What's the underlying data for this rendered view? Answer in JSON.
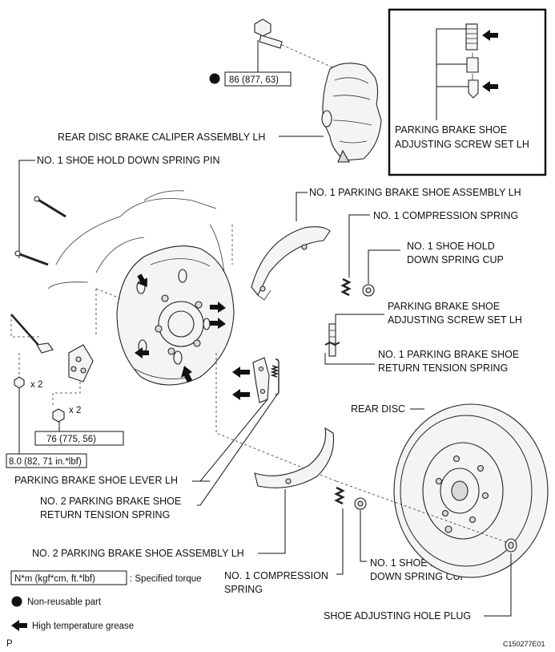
{
  "labels": {
    "caliper": "REAR DISC BRAKE CALIPER ASSEMBLY LH",
    "pin": "NO. 1 SHOE HOLD DOWN SPRING PIN",
    "pb_shoe1": "NO. 1 PARKING BRAKE SHOE ASSEMBLY LH",
    "comp1_top": "NO. 1 COMPRESSION SPRING",
    "cup1_top_l1": "NO. 1 SHOE HOLD",
    "cup1_top_l2": "DOWN SPRING CUP",
    "adj_mid_l1": "PARKING BRAKE SHOE",
    "adj_mid_l2": "ADJUSTING SCREW SET LH",
    "ret1_l1": "NO. 1 PARKING BRAKE SHOE",
    "ret1_l2": "RETURN TENSION SPRING",
    "adj_box_l1": "PARKING BRAKE SHOE",
    "adj_box_l2": "ADJUSTING SCREW SET LH",
    "rear_disc": "REAR DISC",
    "lever": "PARKING BRAKE SHOE LEVER LH",
    "ret2_l1": "NO. 2 PARKING BRAKE SHOE",
    "ret2_l2": "RETURN TENSION SPRING",
    "shoe2": "NO. 2 PARKING BRAKE SHOE ASSEMBLY LH",
    "comp1_bot_l1": "NO. 1 COMPRESSION",
    "comp1_bot_l2": "SPRING",
    "cup1_bot_l1": "NO. 1 SHOE HOLD",
    "cup1_bot_l2": "DOWN SPRING CUP",
    "plug": "SHOE ADJUSTING HOLE PLUG"
  },
  "torque": {
    "caliper_bolt": "86 (877, 63)",
    "hub_nut": "76 (775, 56)",
    "bolt_small": "8.0 (82, 71 in.*lbf)",
    "x2_a": "x 2",
    "x2_b": "x 2"
  },
  "legend": {
    "torque_box": "N*m (kgf*cm, ft.*lbf)",
    "torque_text": ": Specified torque",
    "nonreusable": "Non-reusable part",
    "grease": "High temperature grease"
  },
  "corner": {
    "left": "P",
    "right": "C150277E01"
  }
}
